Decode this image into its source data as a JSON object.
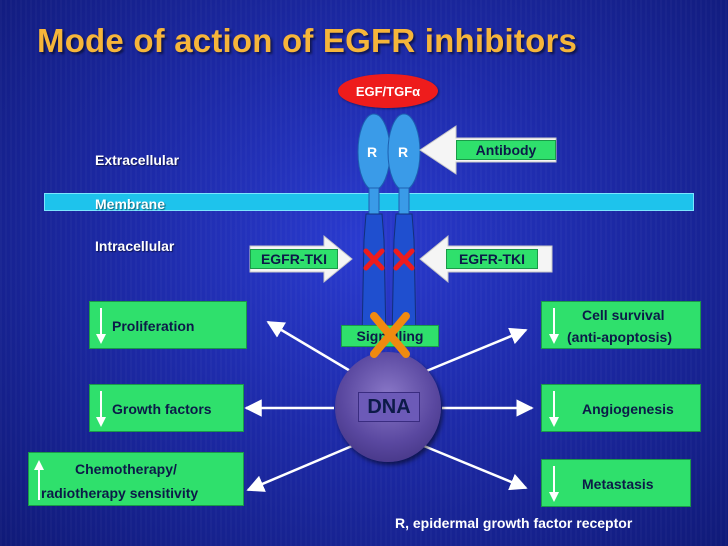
{
  "title": "Mode of action of EGFR inhibitors",
  "regions": {
    "extracellular": "Extracellular",
    "membrane": "Membrane",
    "intracellular": "Intracellular"
  },
  "ligand": "EGF/TGFα",
  "receptor_label": "R",
  "antibody": "Antibody",
  "egfr_tki": "EGFR-TKI",
  "signaling": "Signalling",
  "dna": "DNA",
  "outcomes": {
    "proliferation": "Proliferation",
    "growth_factors": "Growth factors",
    "chemo_line1": "Chemotherapy/",
    "chemo_line2": "radiotherapy sensitivity",
    "cell_survival_line1": "Cell survival",
    "cell_survival_line2": "(anti-apoptosis)",
    "angiogenesis": "Angiogenesis",
    "metastasis": "Metastasis"
  },
  "footnote": "R, epidermal growth factor receptor",
  "colors": {
    "title": "#f6b53a",
    "box_green": "#2fe06c",
    "inhibition_x": "#ee1c1c",
    "signaling_x": "#f08a10"
  }
}
